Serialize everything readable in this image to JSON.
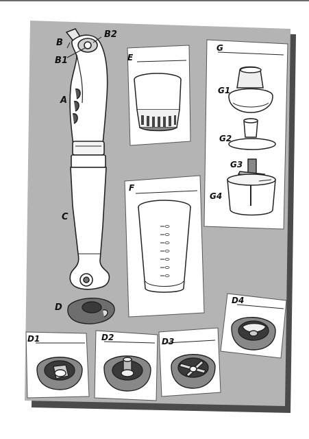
{
  "parts": {
    "B": "B",
    "B1": "B1",
    "B2": "B2",
    "A": "A",
    "C": "C",
    "D": "D",
    "E": "E",
    "F": "F",
    "G": "G",
    "G1": "G1",
    "G2": "G2",
    "G3": "G3",
    "G4": "G4",
    "D1": "D1",
    "D2": "D2",
    "D3": "D3",
    "D4": "D4"
  },
  "colors": {
    "page": "#ffffff",
    "panel": "#b4b4b4",
    "shadow": "#4b4b4b",
    "card": "#ffffff",
    "ink": "#222222"
  }
}
